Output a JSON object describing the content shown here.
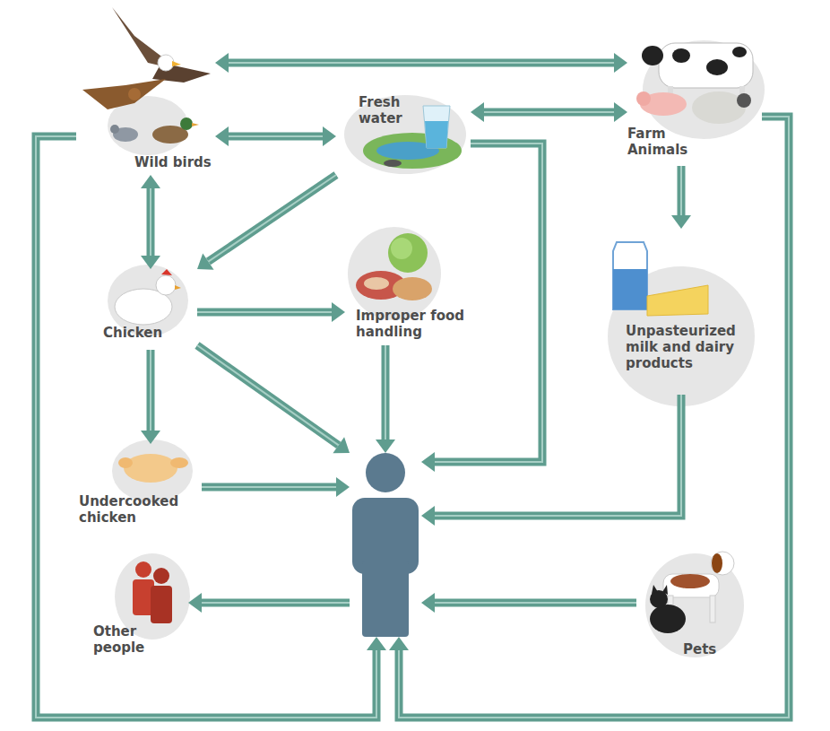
{
  "diagram": {
    "nodes": [
      {
        "text": [
          "Wild birds"
        ]
      },
      {
        "text": [
          "Fresh water"
        ]
      },
      {
        "text": [
          "Farm Animals"
        ]
      },
      {
        "text": [
          "Chicken"
        ]
      },
      {
        "text": [
          "Improper food handling"
        ]
      },
      {
        "text": [
          "Unpasteurized milk and dairy products"
        ]
      },
      {
        "text": [
          "Undercooked chicken"
        ]
      },
      {
        "text": []
      },
      {
        "text": [
          "Other people"
        ]
      },
      {
        "text": [
          "Pets"
        ]
      }
    ],
    "edges": [
      {
        "from": 0,
        "to": 2,
        "arrow": "both"
      },
      {
        "from": 0,
        "to": 1,
        "arrow": "both"
      },
      {
        "from": 1,
        "to": 2,
        "arrow": "both"
      },
      {
        "from": 0,
        "to": 3,
        "arrow": "both"
      },
      {
        "from": 1,
        "to": 3,
        "arrow": "to"
      },
      {
        "from": 3,
        "to": 4,
        "arrow": "to"
      },
      {
        "from": 3,
        "to": 7,
        "arrow": "to"
      },
      {
        "from": 3,
        "to": 6,
        "arrow": "to"
      },
      {
        "from": 4,
        "to": 7,
        "arrow": "to"
      },
      {
        "from": 1,
        "to": 7,
        "arrow": "to"
      },
      {
        "from": 2,
        "to": 5,
        "arrow": "to"
      },
      {
        "from": 5,
        "to": 7,
        "arrow": "to"
      },
      {
        "from": 6,
        "to": 7,
        "arrow": "to"
      },
      {
        "from": 7,
        "to": 8,
        "arrow": "to"
      },
      {
        "from": 9,
        "to": 7,
        "arrow": "to"
      },
      {
        "from": 0,
        "to": 7,
        "arrow": "to"
      },
      {
        "from": 2,
        "to": 7,
        "arrow": "to"
      }
    ]
  }
}
